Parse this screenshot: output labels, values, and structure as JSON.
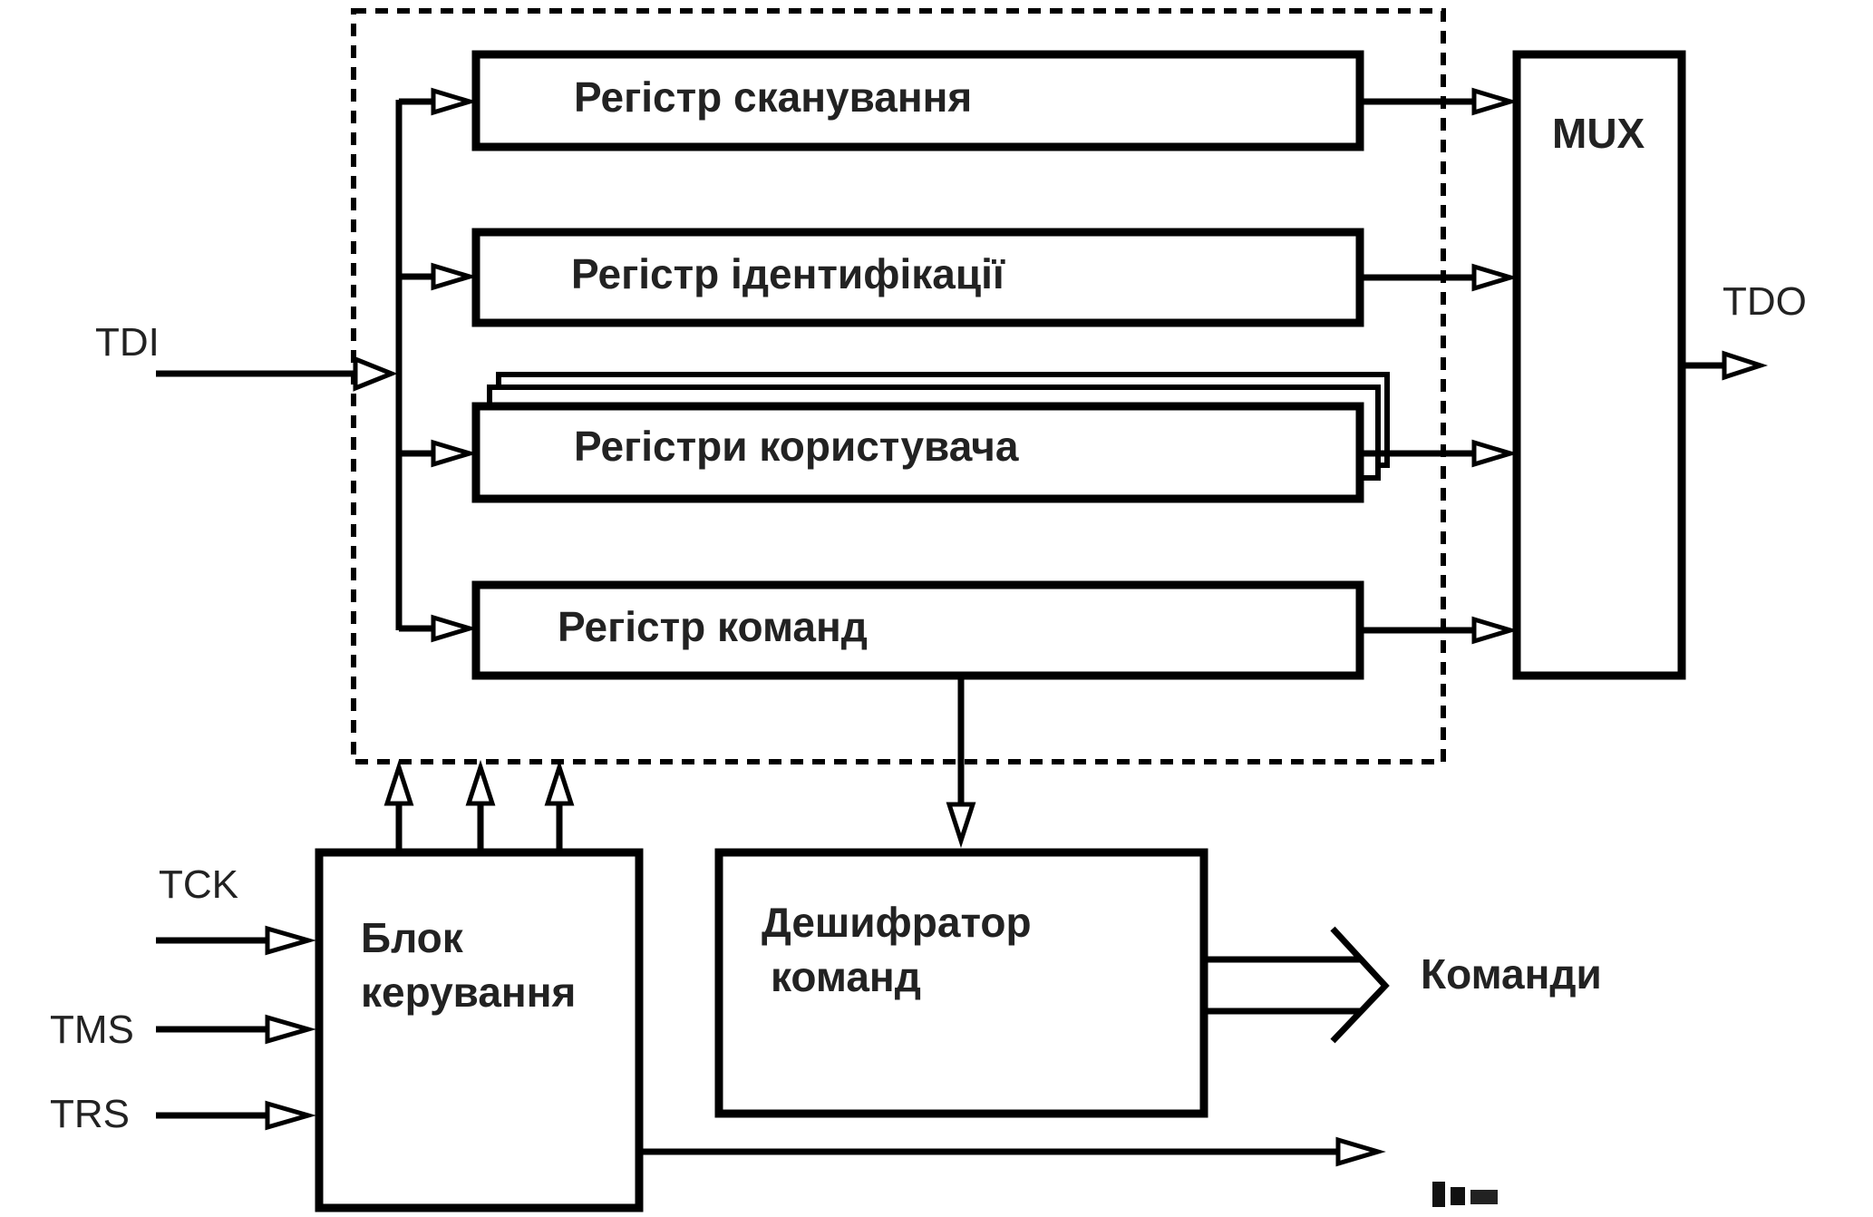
{
  "diagram": {
    "registers": {
      "scan": "Регістр сканування",
      "ident": "Регістр ідентифікації",
      "user": "Регістри користувача",
      "command": "Регістр команд"
    },
    "mux": "MUX",
    "decoder": {
      "line1": "Дешифратор",
      "line2": "команд"
    },
    "control": {
      "line1": "Блок",
      "line2": "керування"
    },
    "signals": {
      "tdi": "TDI",
      "tdo": "TDO",
      "tck": "TCK",
      "tms": "TMS",
      "trs": "TRS"
    },
    "commands_output": "Команди",
    "colors": {
      "line": "#000000",
      "text": "#222222",
      "background": "#ffffff"
    }
  }
}
